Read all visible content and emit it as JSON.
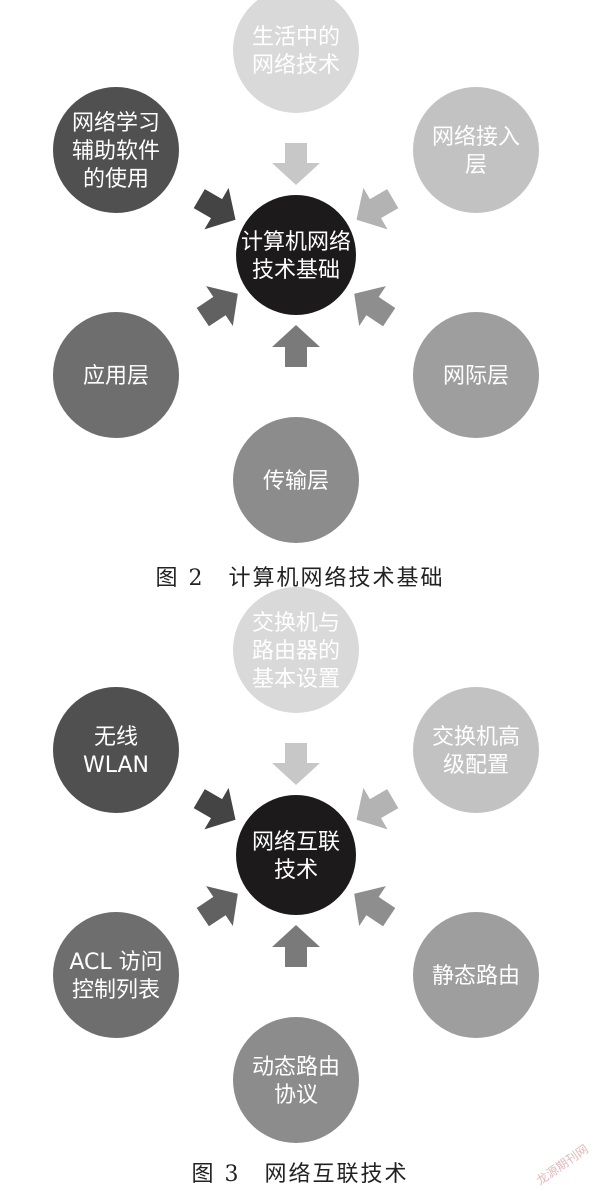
{
  "diagrams": [
    {
      "caption": "图 2　计算机网络技术基础",
      "center": {
        "lines": [
          "计算机网络",
          "技术基础"
        ]
      },
      "nodes": [
        {
          "id": "top",
          "lines": [
            "生活中的",
            "网络技术"
          ],
          "fill": "#d9d9d9",
          "arrow": "#c7c7c7"
        },
        {
          "id": "upper-right",
          "lines": [
            "网络接入",
            "层"
          ],
          "fill": "#c2c2c2",
          "arrow": "#b3b3b3"
        },
        {
          "id": "lower-right",
          "lines": [
            "网际层"
          ],
          "fill": "#9e9e9e",
          "arrow": "#8e8e8e"
        },
        {
          "id": "bottom",
          "lines": [
            "传输层"
          ],
          "fill": "#8c8c8c",
          "arrow": "#7a7a7a"
        },
        {
          "id": "lower-left",
          "lines": [
            "应用层"
          ],
          "fill": "#6e6e6e",
          "arrow": "#616161"
        },
        {
          "id": "upper-left",
          "lines": [
            "网络学习",
            "辅助软件",
            "的使用"
          ],
          "fill": "#505050",
          "arrow": "#444444"
        }
      ]
    },
    {
      "caption": "图 3　网络互联技术",
      "center": {
        "lines": [
          "网络互联",
          "技术"
        ]
      },
      "nodes": [
        {
          "id": "top",
          "lines": [
            "交换机与",
            "路由器的",
            "基本设置"
          ],
          "fill": "#d9d9d9",
          "arrow": "#c7c7c7"
        },
        {
          "id": "upper-right",
          "lines": [
            "交换机高",
            "级配置"
          ],
          "fill": "#c2c2c2",
          "arrow": "#b3b3b3"
        },
        {
          "id": "lower-right",
          "lines": [
            "静态路由"
          ],
          "fill": "#9e9e9e",
          "arrow": "#8e8e8e"
        },
        {
          "id": "bottom",
          "lines": [
            "动态路由",
            "协议"
          ],
          "fill": "#8c8c8c",
          "arrow": "#7a7a7a"
        },
        {
          "id": "lower-left",
          "lines": [
            "ACL 访问",
            "控制列表"
          ],
          "fill": "#6e6e6e",
          "arrow": "#616161"
        },
        {
          "id": "upper-left",
          "lines": [
            "无线",
            "WLAN"
          ],
          "fill": "#505050",
          "arrow": "#444444"
        }
      ]
    }
  ],
  "watermark": "龙源期刊网",
  "colors": {
    "center_fill": "#1c1a1b"
  }
}
